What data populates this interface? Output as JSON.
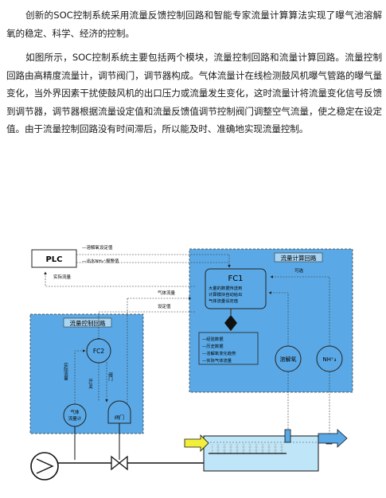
{
  "paragraphs": [
    "创新的SOC控制系统采用流量反馈控制回路和智能专家流量计算算法实现了曝气池溶解氧的稳定、科学、经济的控制。",
    "如图所示，SOC控制系统主要包括两个模块，流量控制回路和流量计算回路。流量控制回路由高精度流量计，调节阀门，调节器构成。气体流量计在线检测鼓风机曝气管路的曝气量变化，当外界因素干扰使鼓风机的出口压力或流量发生变化，这时流量计将流量变化信号反馈到调节器，调节器根据流量设定值和流量反馈值调节控制阀门调整空气流量，使之稳定在设定值。由于流量控制回路没有时间滞后，所以能及时、准确地实现流量控制。"
  ],
  "diagram": {
    "plc_label": "PLC",
    "signal_do_setpoint": "—溶解氧设定值",
    "signal_nh_alarm": "—出水NH₄⁺报警值",
    "actual_flow": "实际流量",
    "gas_flow": "气体流量",
    "setpoint": "设定值",
    "calc_loop_title": "流量计算回路",
    "flow_loop_title": "流量控制回路",
    "fc1_label": "FC1",
    "fc1_desc": [
      "大量的数据传送到",
      "计算模块自动给出",
      "气体流量设定值"
    ],
    "data_list": [
      "—经验数据",
      "—历史数据",
      "—溶解氧变化趋势",
      "—实际气体流量"
    ],
    "do_sensor": "溶解氧",
    "nh_sensor": "NH⁺₄",
    "optional": "可选",
    "fc2_label": "FC2",
    "actual_flow_vertical": "实际流量",
    "open_close": "开/关",
    "valve_label": "阀门",
    "flowmeter_label": [
      "气体",
      "流量计"
    ],
    "valve_box_label": "阀门"
  },
  "colors": {
    "panel_blue": "#5aa9e6",
    "panel_title_bg": "#a9d4f2",
    "water_blue": "#bfe6f8",
    "pipe_yellow": "#f2ee3a"
  }
}
